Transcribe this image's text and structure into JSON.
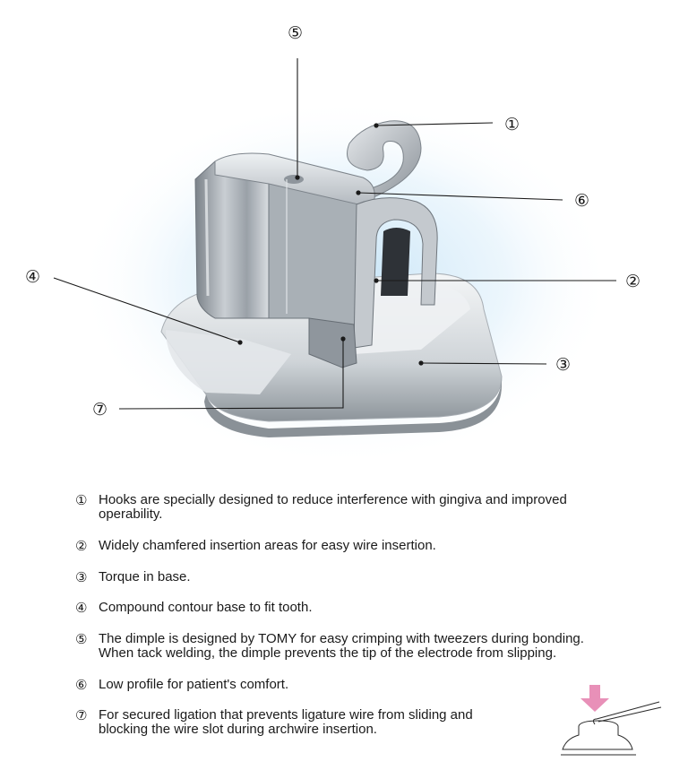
{
  "callouts": [
    {
      "id": 5,
      "label": "⑤"
    },
    {
      "id": 1,
      "label": "①"
    },
    {
      "id": 6,
      "label": "⑥"
    },
    {
      "id": 4,
      "label": "④"
    },
    {
      "id": 2,
      "label": "②"
    },
    {
      "id": 3,
      "label": "③"
    },
    {
      "id": 7,
      "label": "⑦"
    }
  ],
  "features": [
    {
      "num": "①",
      "text": "Hooks are specially designed to reduce interference with gingiva and improved\noperability."
    },
    {
      "num": "②",
      "text": "Widely chamfered insertion areas for easy wire insertion."
    },
    {
      "num": "③",
      "text": "Torque in base."
    },
    {
      "num": "④",
      "text": "Compound contour base to fit tooth."
    },
    {
      "num": "⑤",
      "text": "The dimple is designed by TOMY for easy crimping with tweezers during bonding.\nWhen tack welding, the dimple prevents the tip of the electrode from slipping."
    },
    {
      "num": "⑥",
      "text": "Low profile for patient's comfort."
    },
    {
      "num": "⑦",
      "text": "For secured ligation that prevents ligature wire from sliding and\nblocking the wire slot during archwire insertion."
    }
  ],
  "colors": {
    "metal_light": "#e9ecef",
    "metal_mid": "#b8bec4",
    "metal_dark": "#6f767d",
    "glow": "#cfe7f7",
    "arrow_pink": "#e890b8",
    "text": "#1a1a1a"
  },
  "icons": [
    "bracket-illustration",
    "crimp-tweezer-icon",
    "down-arrow-icon"
  ]
}
